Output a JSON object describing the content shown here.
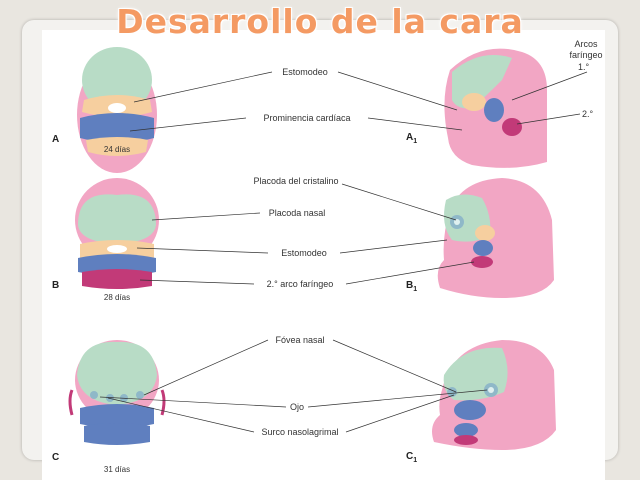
{
  "title": "Desarrollo de la cara",
  "labels": {
    "arcos": "Arcos",
    "faringeo": "faríngeo",
    "primero": "1.°",
    "segundo": "2.°",
    "estomodeo_a": "Estomodeo",
    "prominencia": "Prominencia cardíaca",
    "placoda_cristalino": "Placoda del cristalino",
    "placoda_nasal": "Placoda nasal",
    "estomodeo_b": "Estomodeo",
    "arco_faringeo": "2.° arco faríngeo",
    "fovea": "Fóvea nasal",
    "ojo": "Ojo",
    "surco": "Surco nasolagrimal"
  },
  "stages": {
    "a": {
      "letter": "A",
      "lateral": "A",
      "sub": "1",
      "days": "24 días"
    },
    "b": {
      "letter": "B",
      "lateral": "B",
      "sub": "1",
      "days": "28 días"
    },
    "c": {
      "letter": "C",
      "lateral": "C",
      "sub": "1",
      "days": "31 días"
    }
  },
  "colors": {
    "pink": "#f2a6c4",
    "green": "#b8dcc6",
    "blue": "#5f7fbf",
    "peach": "#f6cf9f",
    "magenta": "#c23a78",
    "title": "#f49a63"
  }
}
